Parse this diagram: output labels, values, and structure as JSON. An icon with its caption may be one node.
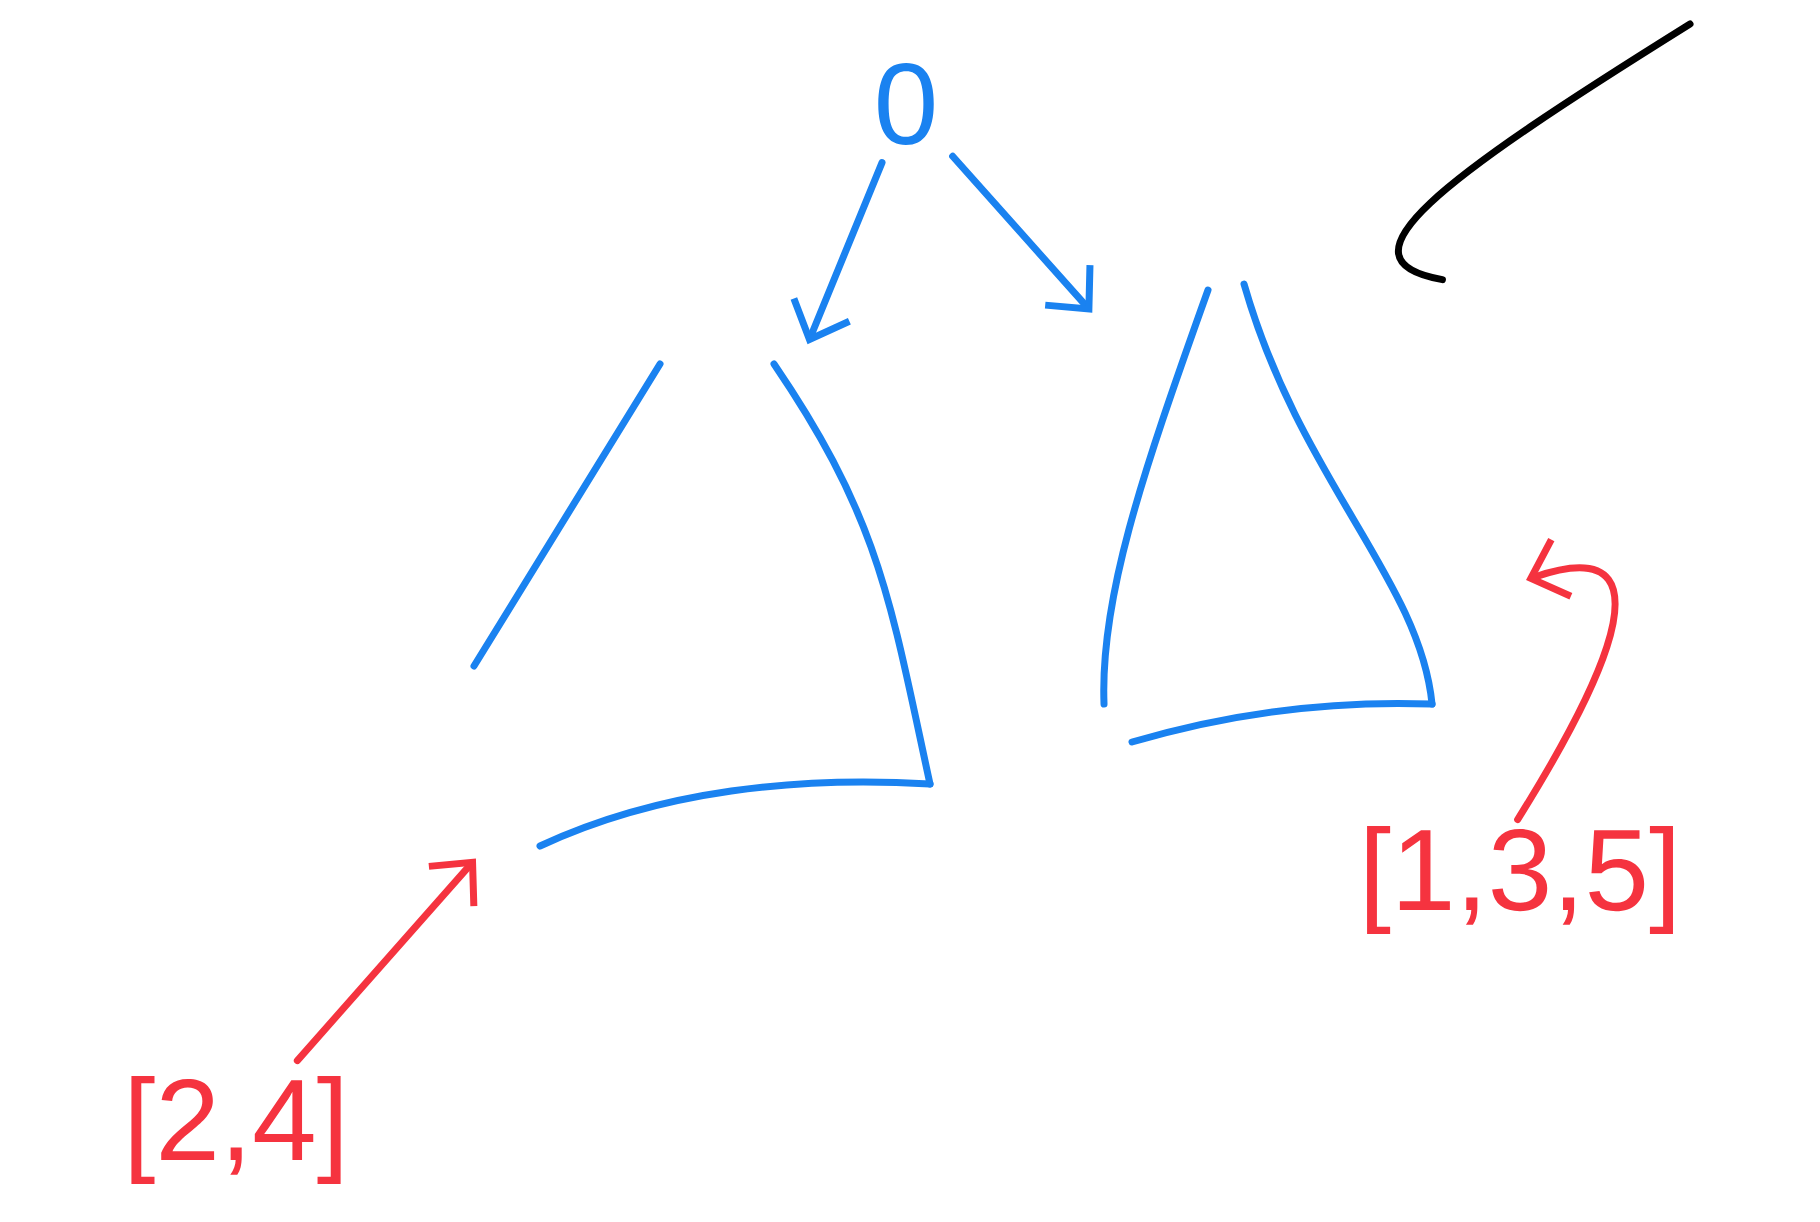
{
  "diagram": {
    "nodes": [
      {
        "text": [
          "0"
        ]
      },
      {
        "text": [],
        "shape": "triangle"
      },
      {
        "text": [],
        "shape": "triangle"
      },
      {
        "text": [
          "[2,4]"
        ]
      },
      {
        "text": [
          "[1,3,5]"
        ]
      }
    ],
    "edges": [
      {
        "from": 0,
        "to": 1,
        "arrow": "to"
      },
      {
        "from": 0,
        "to": 2,
        "arrow": "to"
      },
      {
        "from": 3,
        "to": 1,
        "arrow": "to",
        "color": "#f5333f"
      },
      {
        "from": 4,
        "to": null,
        "arrow": "to",
        "color": "#f5333f"
      },
      {
        "from": null,
        "to": 2,
        "arrow": "none",
        "color": "#000000"
      }
    ]
  }
}
